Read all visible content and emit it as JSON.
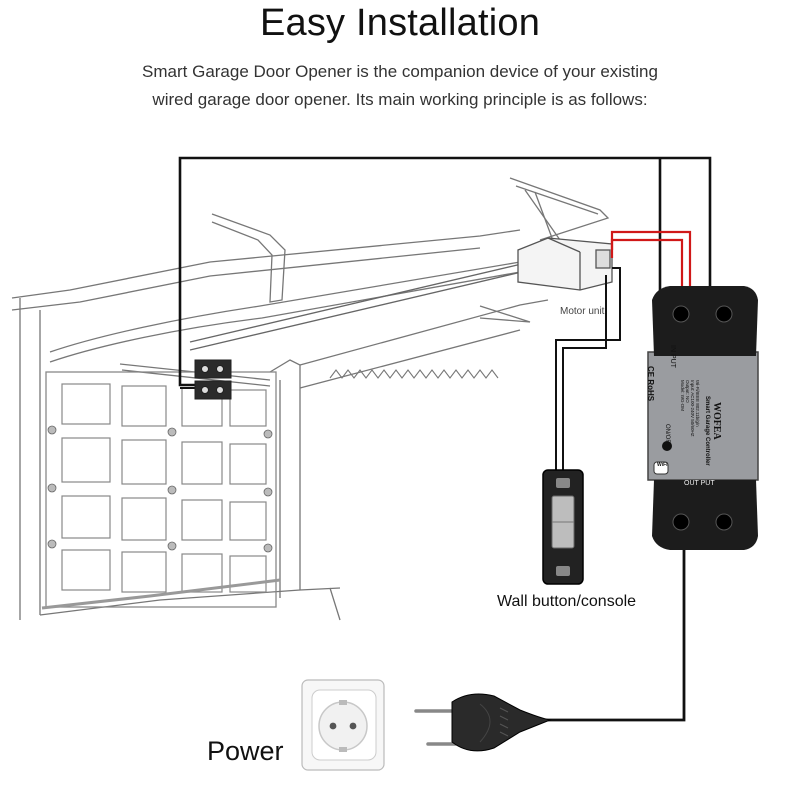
{
  "header": {
    "title": "Easy Installation",
    "subtitle_line1": "Smart Garage Door Opener is the companion device of your existing",
    "subtitle_line2": "wired garage door opener. Its main working principle is as follows:"
  },
  "labels": {
    "motor_unit": "Motor unit",
    "wall_button": "Wall button/console",
    "power": "Power"
  },
  "device": {
    "brand": "WOFEA",
    "name": "Smart Garage Controller",
    "in_put": "IN PUT",
    "out_put": "OUT PUT",
    "on_off": "ON/OFF",
    "ce_rohs": "CE RoHS",
    "wifi": "WiFi",
    "spec_lines": [
      "Wi-Fi/IEEE 802.11b/g/n",
      "Input: AC100-240V 50/60HZ",
      "Output: NO",
      "Model: WG-DM"
    ]
  },
  "colors": {
    "wire": "#111111",
    "red_wire": "#d01818",
    "device_body": "#9a9ca0",
    "device_cap": "#1c1c1c"
  }
}
